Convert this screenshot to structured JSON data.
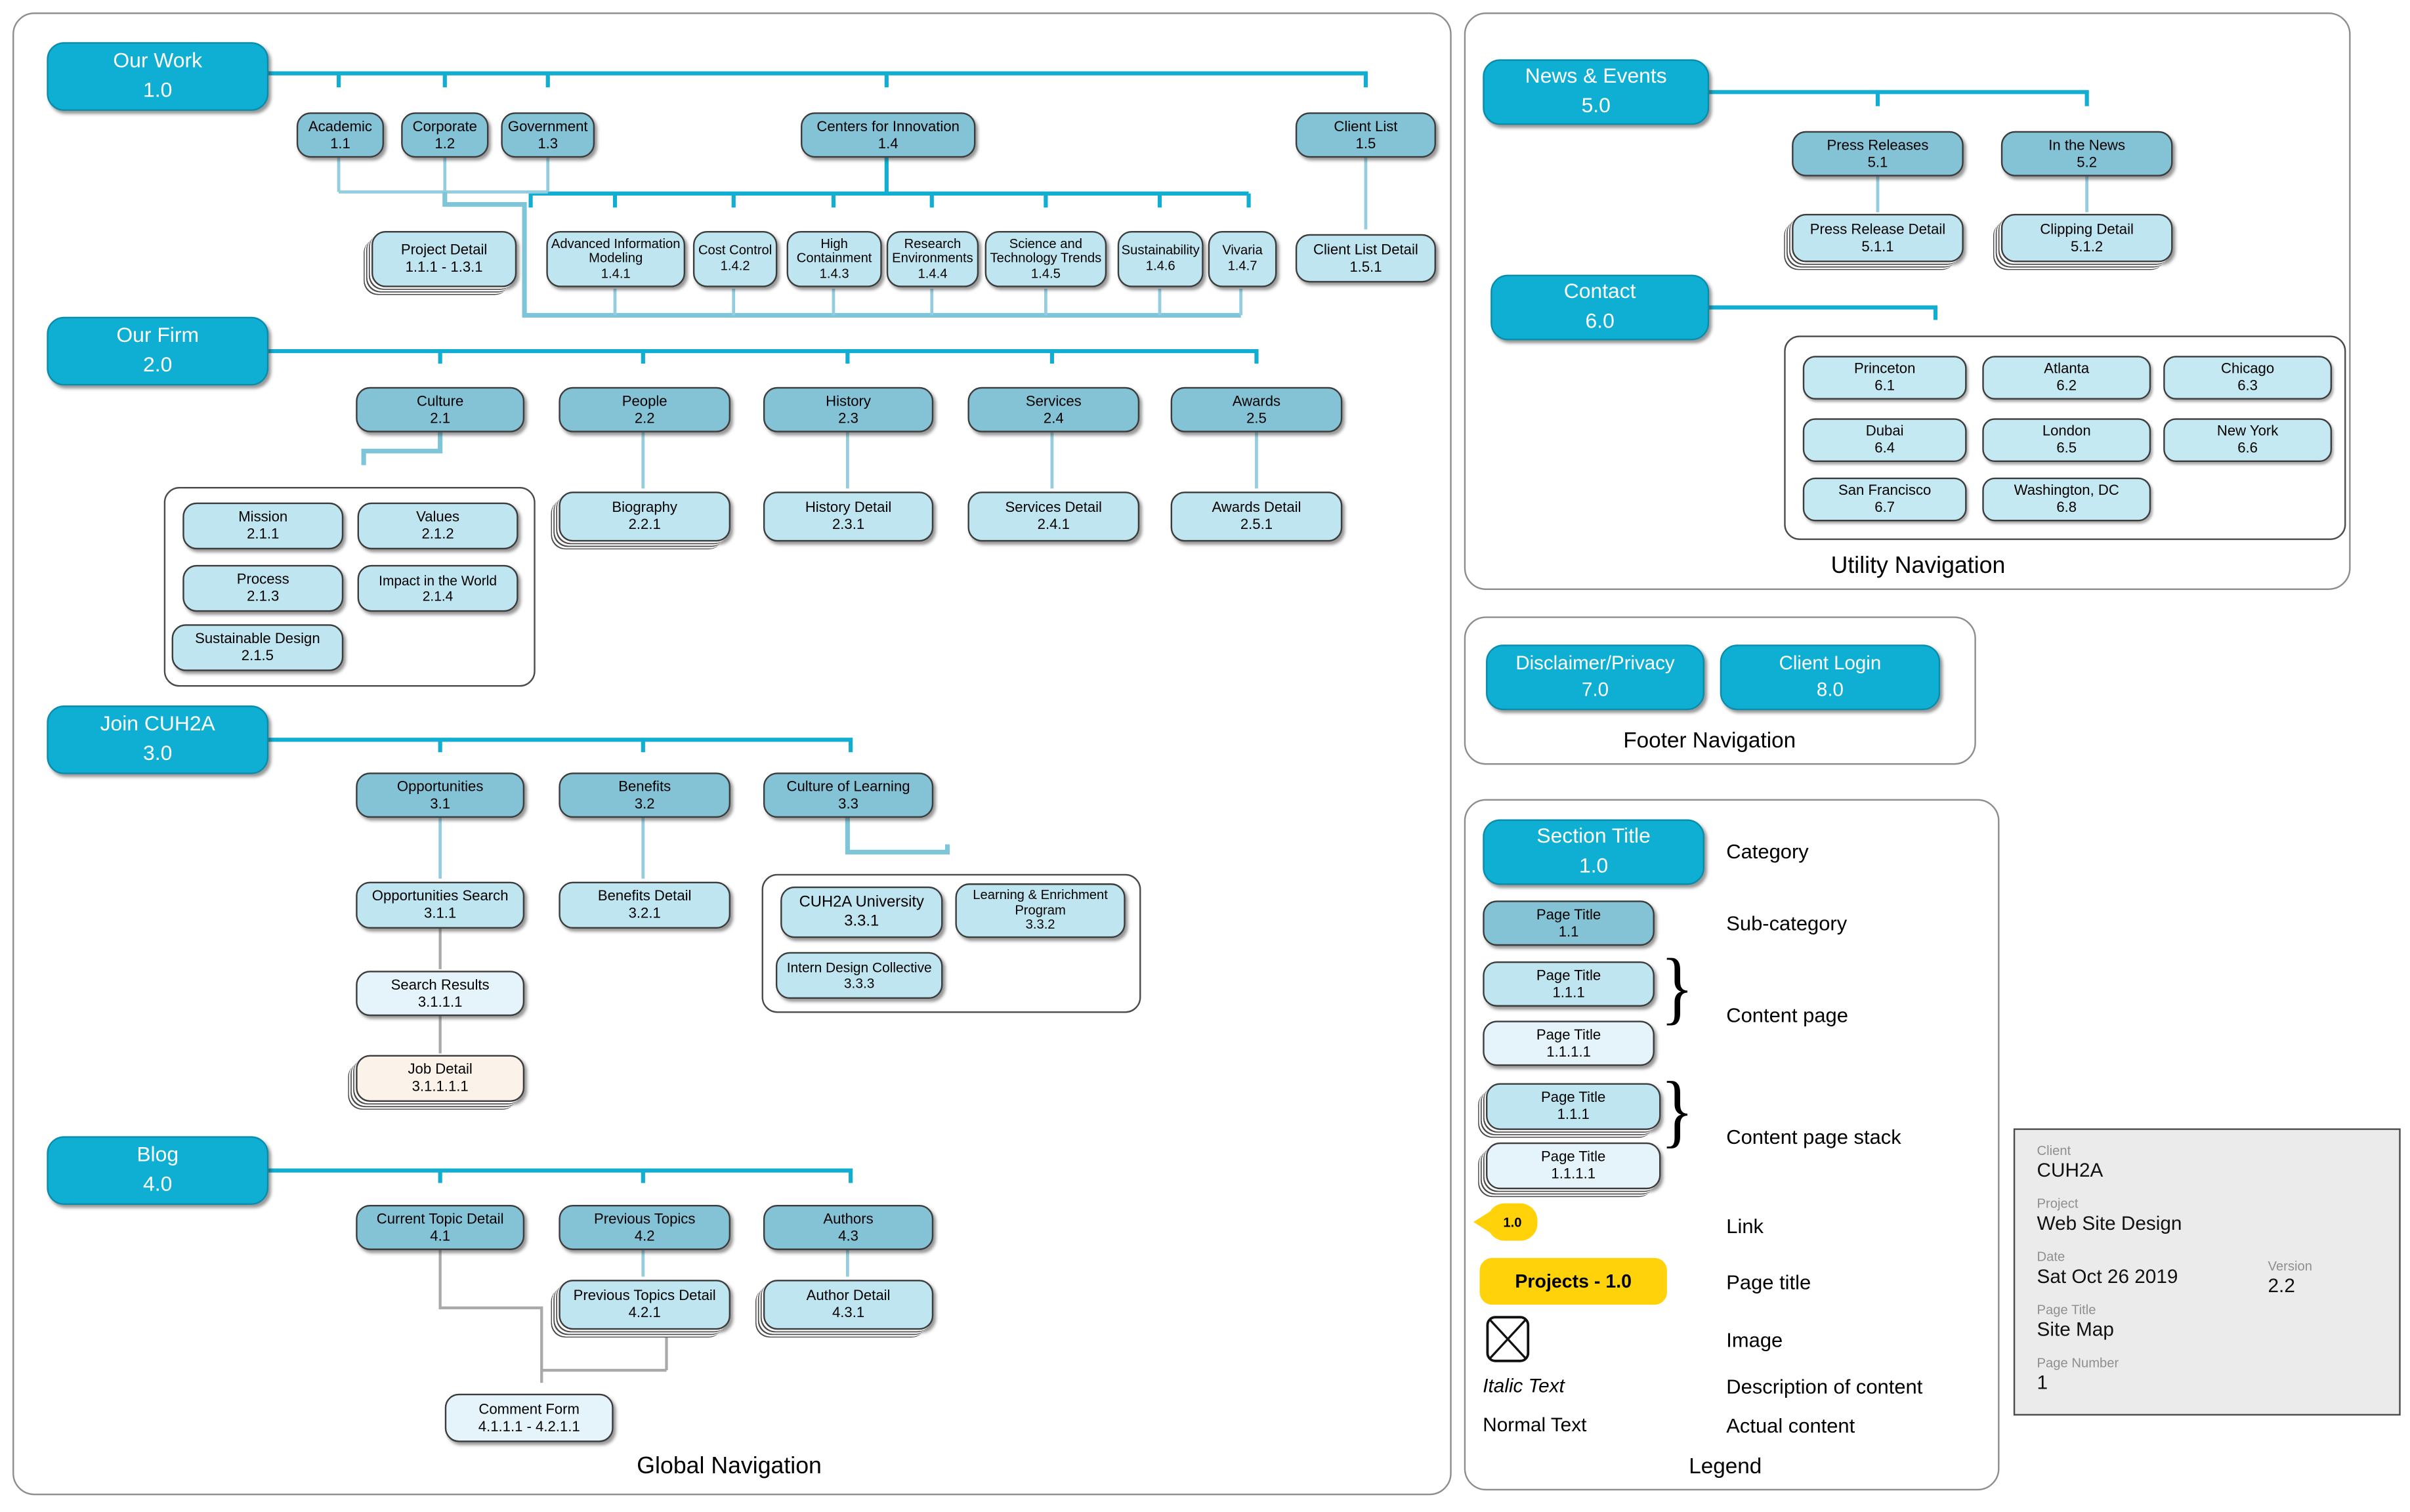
{
  "labels": {
    "global_nav": "Global Navigation",
    "utility_nav": "Utility Navigation",
    "footer_nav": "Footer Navigation",
    "legend": "Legend"
  },
  "nodes": {
    "work": {
      "title": "Our Work",
      "num": "1.0"
    },
    "academic": {
      "title": "Academic",
      "num": "1.1"
    },
    "corporate": {
      "title": "Corporate",
      "num": "1.2"
    },
    "government": {
      "title": "Government",
      "num": "1.3"
    },
    "centers": {
      "title": "Centers for Innovation",
      "num": "1.4"
    },
    "client_list": {
      "title": "Client List",
      "num": "1.5"
    },
    "project_detail": {
      "title": "Project Detail",
      "num": "1.1.1 - 1.3.1"
    },
    "adv_info_modeling": {
      "title": "Advanced Information Modeling",
      "num": "1.4.1"
    },
    "cost_control": {
      "title": "Cost Control",
      "num": "1.4.2"
    },
    "high_containment": {
      "title": "High Containment",
      "num": "1.4.3"
    },
    "research_environments": {
      "title": "Research Environments",
      "num": "1.4.4"
    },
    "sci_tech_trends": {
      "title": "Science and Technology Trends",
      "num": "1.4.5"
    },
    "sustainability": {
      "title": "Sustainability",
      "num": "1.4.6"
    },
    "vivaria": {
      "title": "Vivaria",
      "num": "1.4.7"
    },
    "client_list_detail": {
      "title": "Client List Detail",
      "num": "1.5.1"
    },
    "firm": {
      "title": "Our Firm",
      "num": "2.0"
    },
    "culture": {
      "title": "Culture",
      "num": "2.1"
    },
    "people": {
      "title": "People",
      "num": "2.2"
    },
    "history": {
      "title": "History",
      "num": "2.3"
    },
    "services": {
      "title": "Services",
      "num": "2.4"
    },
    "awards": {
      "title": "Awards",
      "num": "2.5"
    },
    "mission": {
      "title": "Mission",
      "num": "2.1.1"
    },
    "values": {
      "title": "Values",
      "num": "2.1.2"
    },
    "process": {
      "title": "Process",
      "num": "2.1.3"
    },
    "impact": {
      "title": "Impact in the World",
      "num": "2.1.4"
    },
    "sustainable_design": {
      "title": "Sustainable Design",
      "num": "2.1.5"
    },
    "biography": {
      "title": "Biography",
      "num": "2.2.1"
    },
    "history_detail": {
      "title": "History Detail",
      "num": "2.3.1"
    },
    "services_detail": {
      "title": "Services Detail",
      "num": "2.4.1"
    },
    "awards_detail": {
      "title": "Awards Detail",
      "num": "2.5.1"
    },
    "join": {
      "title": "Join CUH2A",
      "num": "3.0"
    },
    "opportunities": {
      "title": "Opportunities",
      "num": "3.1"
    },
    "benefits": {
      "title": "Benefits",
      "num": "3.2"
    },
    "culture_of_learning": {
      "title": "Culture of Learning",
      "num": "3.3"
    },
    "opportunities_search": {
      "title": "Opportunities Search",
      "num": "3.1.1"
    },
    "benefits_detail": {
      "title": "Benefits Detail",
      "num": "3.2.1"
    },
    "cuh2a_university": {
      "title": "CUH2A University",
      "num": "3.3.1"
    },
    "learning_program": {
      "title": "Learning & Enrichment Program",
      "num": "3.3.2"
    },
    "intern_collective": {
      "title": "Intern Design Collective",
      "num": "3.3.3"
    },
    "search_results": {
      "title": "Search Results",
      "num": "3.1.1.1"
    },
    "job_detail": {
      "title": "Job Detail",
      "num": "3.1.1.1.1"
    },
    "blog": {
      "title": "Blog",
      "num": "4.0"
    },
    "current_topic": {
      "title": "Current Topic Detail",
      "num": "4.1"
    },
    "previous_topics": {
      "title": "Previous Topics",
      "num": "4.2"
    },
    "authors": {
      "title": "Authors",
      "num": "4.3"
    },
    "previous_topics_detail": {
      "title": "Previous Topics Detail",
      "num": "4.2.1"
    },
    "author_detail": {
      "title": "Author Detail",
      "num": "4.3.1"
    },
    "comment_form": {
      "title": "Comment Form",
      "num": "4.1.1.1 - 4.2.1.1"
    },
    "news": {
      "title": "News & Events",
      "num": "5.0"
    },
    "press_releases": {
      "title": "Press Releases",
      "num": "5.1"
    },
    "in_the_news": {
      "title": "In the News",
      "num": "5.2"
    },
    "press_release_detail": {
      "title": "Press Release Detail",
      "num": "5.1.1"
    },
    "clipping_detail": {
      "title": "Clipping Detail",
      "num": "5.1.2"
    },
    "contact": {
      "title": "Contact",
      "num": "6.0"
    },
    "princeton": {
      "title": "Princeton",
      "num": "6.1"
    },
    "atlanta": {
      "title": "Atlanta",
      "num": "6.2"
    },
    "chicago": {
      "title": "Chicago",
      "num": "6.3"
    },
    "dubai": {
      "title": "Dubai",
      "num": "6.4"
    },
    "london": {
      "title": "London",
      "num": "6.5"
    },
    "new_york": {
      "title": "New York",
      "num": "6.6"
    },
    "san_francisco": {
      "title": "San Francisco",
      "num": "6.7"
    },
    "washington": {
      "title": "Washington, DC",
      "num": "6.8"
    },
    "disclaimer": {
      "title": "Disclaimer/Privacy",
      "num": "7.0"
    },
    "client_login": {
      "title": "Client Login",
      "num": "8.0"
    }
  },
  "legend": {
    "category": {
      "title": "Section Title",
      "num": "1.0",
      "desc": "Category"
    },
    "subcategory": {
      "title": "Page Title",
      "num": "1.1",
      "desc": "Sub-category"
    },
    "content1": {
      "title": "Page Title",
      "num": "1.1.1"
    },
    "content2": {
      "title": "Page Title",
      "num": "1.1.1.1"
    },
    "content_desc": "Content page",
    "stack1": {
      "title": "Page Title",
      "num": "1.1.1"
    },
    "stack2": {
      "title": "Page Title",
      "num": "1.1.1.1"
    },
    "stack_desc": "Content page stack",
    "link": {
      "label": "1.0",
      "desc": "Link"
    },
    "page_title": {
      "label": "Projects - 1.0",
      "desc": "Page title"
    },
    "image_desc": "Image",
    "italic": {
      "label": "Italic Text",
      "desc": "Description of content"
    },
    "normal": {
      "label": "Normal Text",
      "desc": "Actual content"
    },
    "brace": "}"
  },
  "meta_panel": {
    "client_label": "Client",
    "client": "CUH2A",
    "project_label": "Project",
    "project": "Web Site Design",
    "date_label": "Date",
    "date": "Sat Oct 26 2019",
    "version_label": "Version",
    "version": "2.2",
    "page_title_label": "Page Title",
    "page_title": "Site Map",
    "page_number_label": "Page Number",
    "page_number": "1"
  },
  "colors": {
    "category": "#0FAFD4",
    "subcategory": "#84C2D6",
    "content": "#BEE5F0",
    "content_light": "#E5F4FA",
    "content_cream": "#FBF2EA",
    "office": "#C4E9F2",
    "link_yellow": "#FFD20A",
    "wire_cyan": "#12AED2",
    "wire_light": "#93CDDF",
    "wire_gray": "#A9A9A9"
  }
}
